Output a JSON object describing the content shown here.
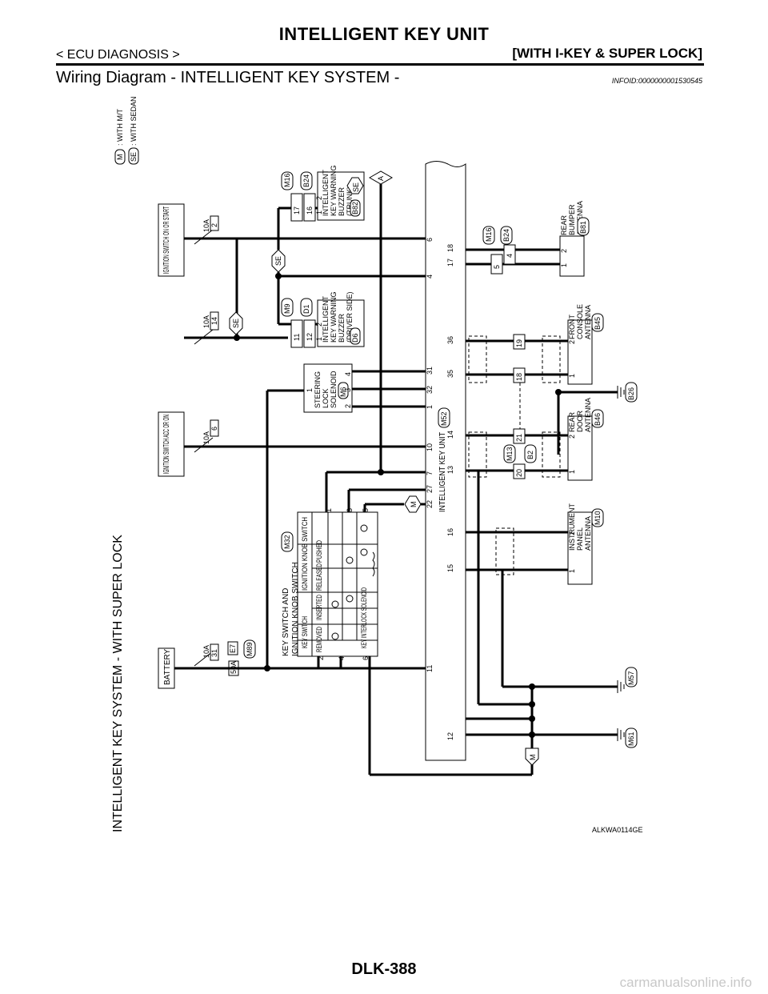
{
  "header": {
    "title": "INTELLIGENT KEY UNIT",
    "section": "< ECU DIAGNOSIS >",
    "variant": "[WITH I-KEY & SUPER LOCK]"
  },
  "section_title": "Wiring Diagram - INTELLIGENT KEY SYSTEM -",
  "info_id": "INFOID:0000000001530545",
  "diagram": {
    "vertical_title": "INTELLIGENT KEY SYSTEM - WITH SUPER LOCK",
    "legend": {
      "m_code": "M",
      "m_text": ": WITH M/T",
      "se_code": "SE",
      "se_text": ": WITH SEDAN"
    },
    "power": {
      "battery": "BATTERY",
      "acc": "IGNITION SWITCH ACC OR ON",
      "on_start": "IGNITION SWITCH ON OR START"
    },
    "fuses": {
      "f31_amp": "10A",
      "f31_no": "31",
      "f6_amp": "10A",
      "f6_no": "6",
      "f14_amp": "10A",
      "f14_no": "14",
      "f2_amp": "10A",
      "f2_no": "2"
    },
    "fusible_link": {
      "amp": "50A",
      "no": "E7",
      "connector": "M89"
    },
    "key_switch": {
      "title1": "KEY SWITCH AND",
      "title2": "IGNITION KNOB SWITCH",
      "connector": "M32",
      "col_key_switch": "KEY SWITCH",
      "col_ign_knob": "IGNITION KNOB SWITCH",
      "removed": "REMOVED",
      "inserted": "INSERTED",
      "released": "RELEASED",
      "pushed": "PUSHED",
      "solenoid": "KEY INTERLOCK SOLENOID",
      "pins": [
        "1",
        "2",
        "3",
        "4",
        "5",
        "6"
      ]
    },
    "steering_lock": {
      "l1": "STEERING",
      "l2": "LOCK",
      "l3": "SOLENOID",
      "connector": "M6",
      "pins": [
        "1",
        "2",
        "3",
        "4"
      ]
    },
    "buzzer_driver": {
      "l1": "INTELLIGENT",
      "l2": "KEY WARNING",
      "l3": "BUZZER",
      "l4": "(DRIVER SIDE)",
      "connector": "D6",
      "pins": [
        "1",
        "2"
      ]
    },
    "buzzer_trunk": {
      "l1": "INTELLIGENT",
      "l2": "KEY WARNING",
      "l3": "BUZZER",
      "l4": "(TRUNK)",
      "connector": "B82",
      "tag": "SE",
      "pins": [
        "1",
        "2"
      ]
    },
    "ikey_unit": {
      "label": "INTELLIGENT KEY UNIT",
      "connector": "M52",
      "pins_row1": [
        "11",
        "22",
        "27",
        "7",
        "10",
        "1",
        "32",
        "31",
        "4",
        "6"
      ],
      "pins_row2": [
        "12",
        "15",
        "16",
        "13",
        "14",
        "35",
        "36",
        "17",
        "18"
      ]
    },
    "connectors": {
      "m9": "M9",
      "d1": "D1",
      "m9_pins": [
        "11",
        "12"
      ],
      "m16": "M16",
      "b24": "B24",
      "m16_pins": [
        "17",
        "16"
      ],
      "m16b": "M16",
      "b24b": "B24",
      "m16b_pins": [
        "5",
        "4"
      ],
      "m13": "M13",
      "b2": "B2",
      "m13_pins": [
        "20",
        "21"
      ],
      "b45_pins": [
        "18",
        "19"
      ]
    },
    "antennas": {
      "instrument": {
        "l1": "INSTRUMENT",
        "l2": "PANEL",
        "l3": "ANTENNA",
        "connector": "M10",
        "pins": [
          "1",
          "2"
        ]
      },
      "rear_door": {
        "l1": "REAR",
        "l2": "DOOR",
        "l3": "ANTENNA",
        "connector": "B46",
        "pins": [
          "1",
          "2"
        ]
      },
      "front_console": {
        "l1": "FRONT",
        "l2": "CONSOLE",
        "l3": "ANTENNA",
        "connector": "B45",
        "pins": [
          "1",
          "2"
        ]
      },
      "rear_bumper": {
        "l1": "REAR",
        "l2": "BUMPER",
        "l3": "ANTENNA",
        "connector": "B81",
        "pins": [
          "1",
          "2"
        ]
      }
    },
    "grounds": {
      "g1": "B26",
      "g2": "M57",
      "g3": "M61"
    },
    "tags": {
      "m": "M",
      "se": "SE",
      "a": "A"
    },
    "figure_id": "ALKWA0114GE"
  },
  "footer": {
    "page": "DLK-388"
  },
  "watermark": "carmanualsonline.info"
}
